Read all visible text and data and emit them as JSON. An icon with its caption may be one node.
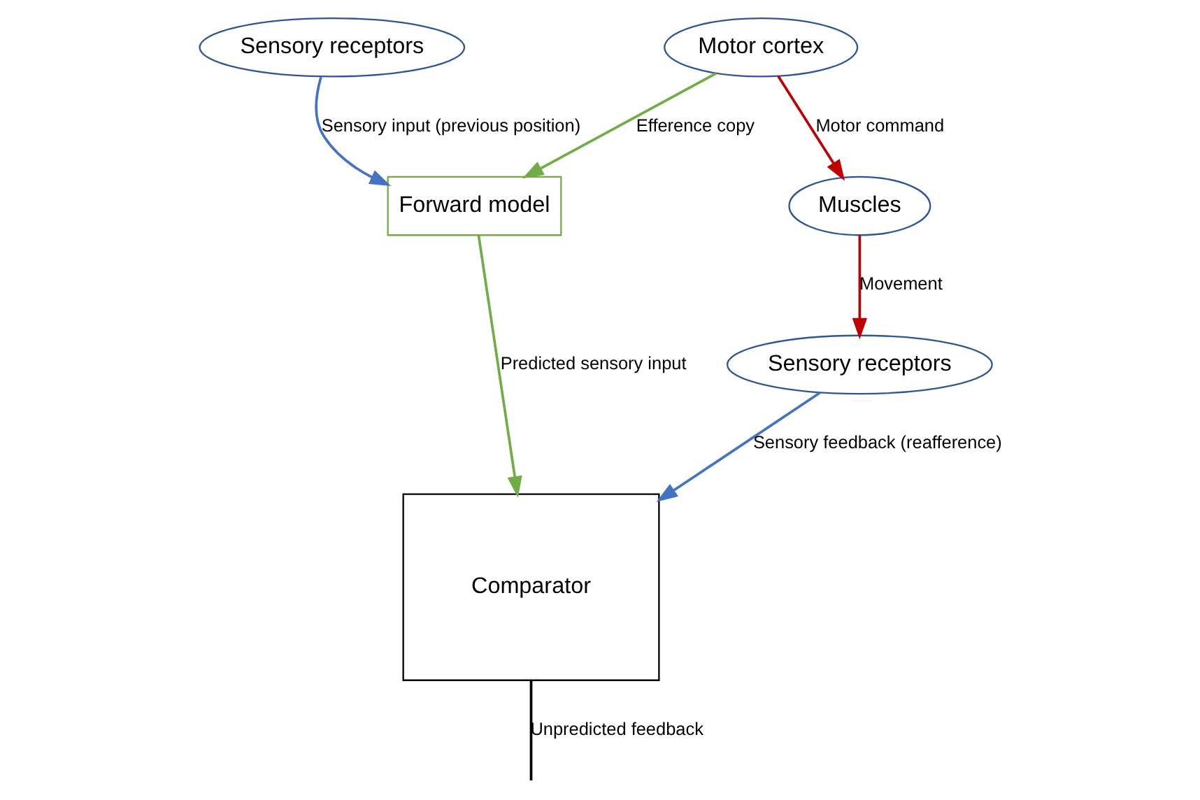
{
  "diagram": {
    "nodes": [
      {
        "text": [
          "Sensory receptors"
        ]
      },
      {
        "text": [
          "Forward model"
        ]
      },
      {
        "text": [
          "Comparator"
        ]
      },
      {
        "text": [
          "Motor cortex"
        ]
      },
      {
        "text": [
          "Muscles"
        ]
      },
      {
        "text": [
          "Sensory receptors"
        ]
      }
    ],
    "edges": [
      {
        "from": 0,
        "to": 1,
        "arrow": "to",
        "label": "Sensory input (previous position)",
        "color": "#4472c4"
      },
      {
        "from": 1,
        "to": 2,
        "arrow": "to",
        "label": "Predicted sensory input",
        "color": "#70ad47"
      },
      {
        "from": 3,
        "to": 1,
        "arrow": "to",
        "label": "Efference copy",
        "color": "#70ad47"
      },
      {
        "from": 3,
        "to": 4,
        "arrow": "to",
        "label": "Motor command",
        "color": "#c00000"
      },
      {
        "from": 4,
        "to": 5,
        "arrow": "to",
        "label": "Movement",
        "color": "#c00000"
      },
      {
        "from": 5,
        "to": 2,
        "arrow": "to",
        "label": "Sensory feedback (reafference)",
        "color": "#4472c4"
      },
      {
        "from": 2,
        "to": null,
        "arrow": "none",
        "label": "Unpredicted feedback",
        "color": "#000000"
      }
    ]
  }
}
